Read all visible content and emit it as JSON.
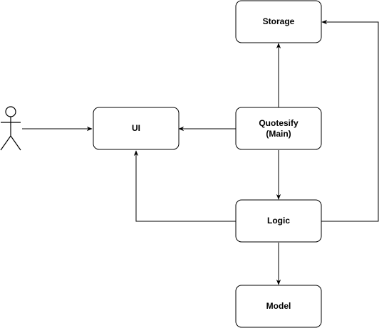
{
  "diagram": {
    "nodes": {
      "storage": {
        "label": "Storage"
      },
      "ui": {
        "label": "UI"
      },
      "main": {
        "label_line1": "Quotesify",
        "label_line2": "(Main)"
      },
      "logic": {
        "label": "Logic"
      },
      "model": {
        "label": "Model"
      }
    },
    "actor": {
      "icon": "stick-figure-actor-icon"
    },
    "edges": [
      {
        "from": "actor",
        "to": "ui"
      },
      {
        "from": "main",
        "to": "ui"
      },
      {
        "from": "main",
        "to": "storage"
      },
      {
        "from": "main",
        "to": "logic"
      },
      {
        "from": "logic",
        "to": "ui"
      },
      {
        "from": "logic",
        "to": "storage"
      },
      {
        "from": "logic",
        "to": "model"
      }
    ],
    "colors": {
      "stroke": "#000000",
      "fill": "#ffffff"
    }
  }
}
